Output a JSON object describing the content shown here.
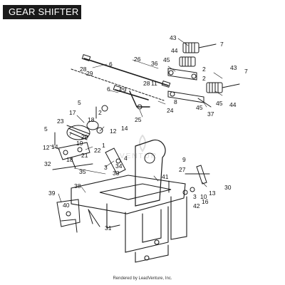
{
  "title": "GEAR SHIFTER",
  "credit": "Rendered by LeadVenture, Inc.",
  "watermark": "VENTUR",
  "callouts": [
    "43",
    "7",
    "44",
    "45",
    "26",
    "2",
    "36",
    "28",
    "29",
    "6",
    "43",
    "7",
    "45",
    "2",
    "11",
    "28",
    "6",
    "29",
    "8",
    "24",
    "5",
    "37",
    "45",
    "44",
    "17",
    "2",
    "25",
    "18",
    "12",
    "14",
    "5",
    "23",
    "20",
    "19",
    "14",
    "12",
    "21",
    "1",
    "22",
    "4",
    "32",
    "3",
    "18",
    "35",
    "33",
    "34",
    "9",
    "41",
    "27",
    "38",
    "39",
    "3",
    "30",
    "40",
    "10",
    "13",
    "42",
    "16",
    "31"
  ],
  "colors": {
    "ink": "#1a1a1a",
    "title_bg": "#1a1a1a",
    "title_fg": "#ffffff"
  }
}
